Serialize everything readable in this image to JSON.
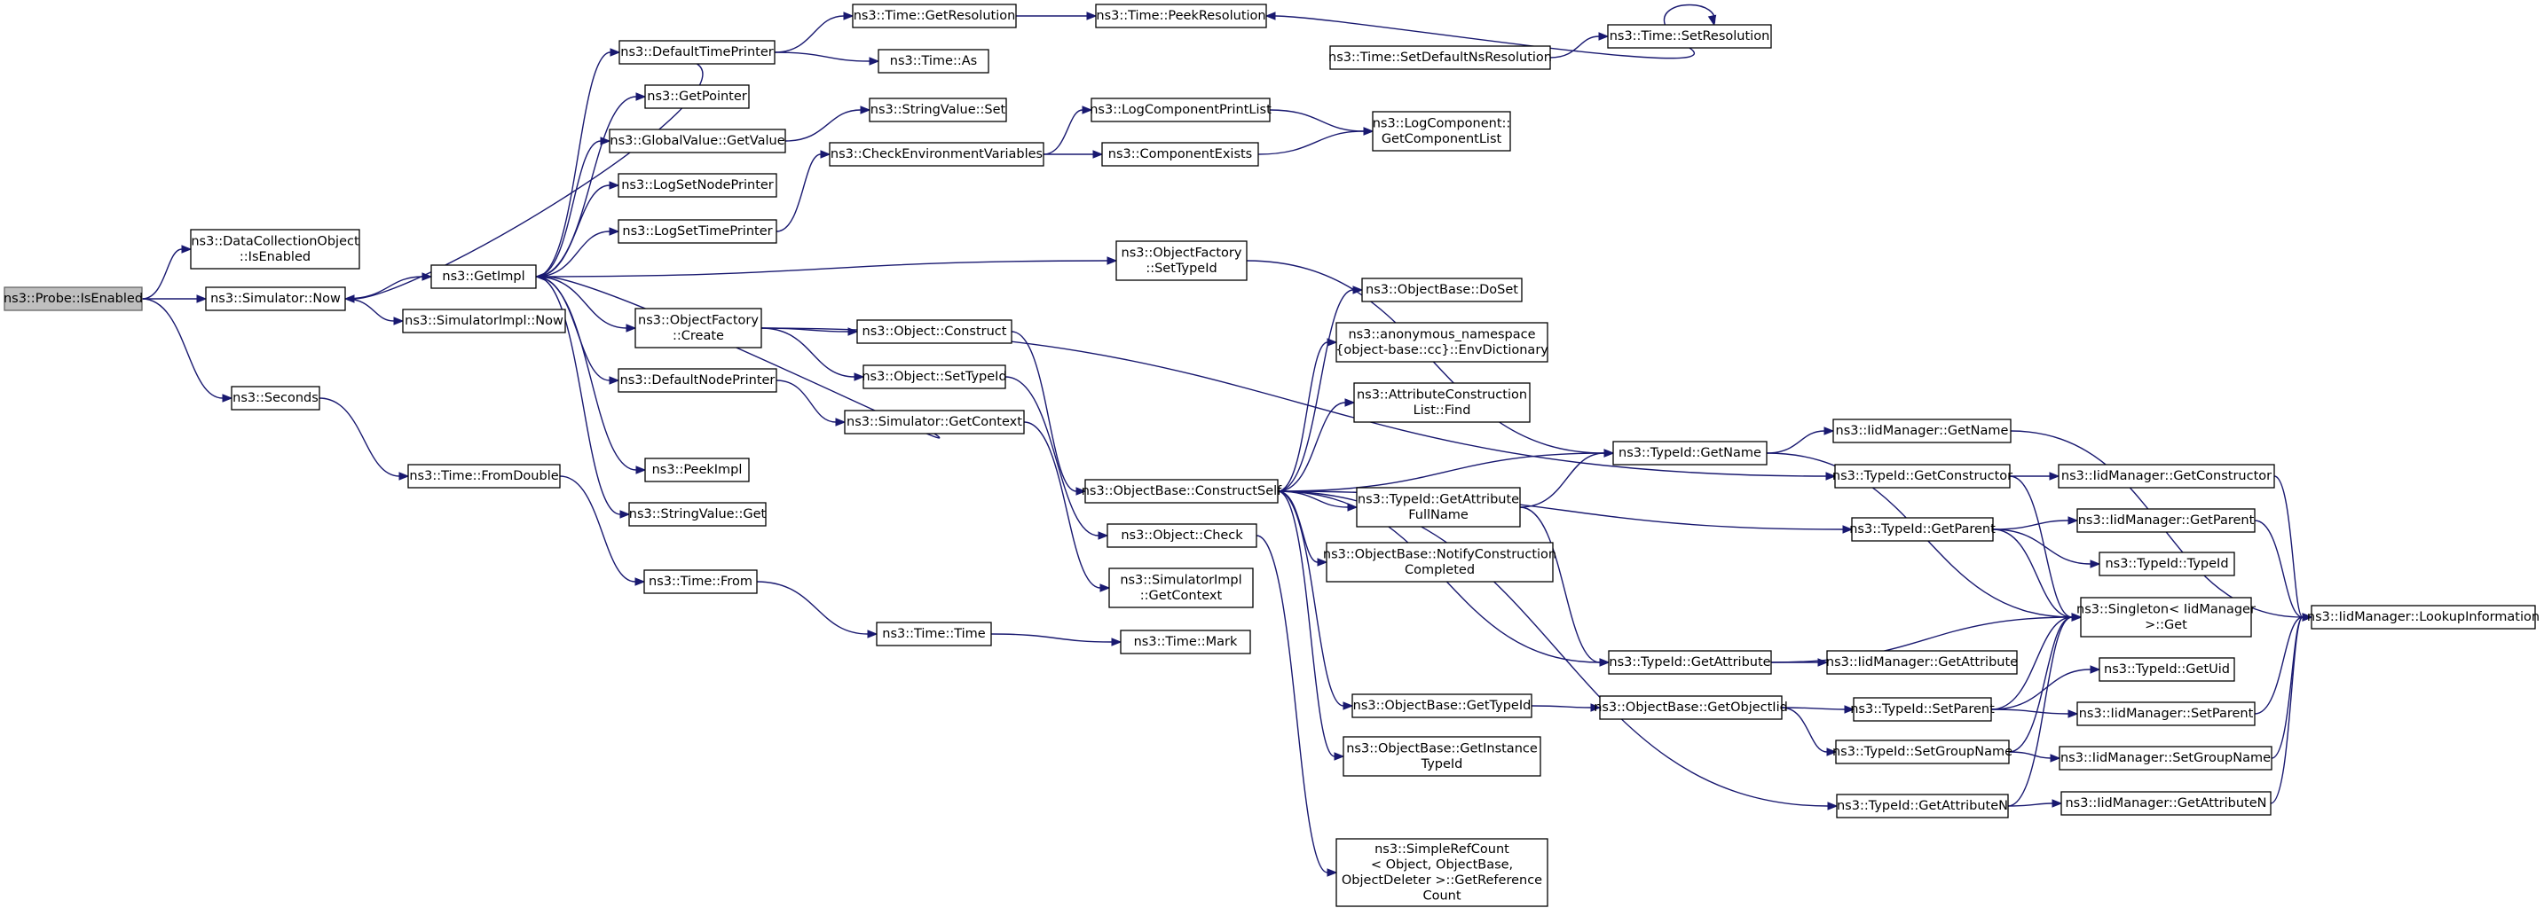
{
  "diagram": {
    "type": "call-graph",
    "colors": {
      "edge": "#191970",
      "node_border": "#000000",
      "root_fill": "#bfbfbf",
      "node_fill": "#ffffff"
    },
    "nodes": [
      {
        "id": "n_probe_isenabled",
        "lines": [
          "ns3::Probe::IsEnabled"
        ],
        "root": true
      },
      {
        "id": "n_dco_isenabled",
        "lines": [
          "ns3::DataCollectionObject",
          "::IsEnabled"
        ]
      },
      {
        "id": "n_sim_now",
        "lines": [
          "ns3::Simulator::Now"
        ]
      },
      {
        "id": "n_seconds",
        "lines": [
          "ns3::Seconds"
        ]
      },
      {
        "id": "n_getimpl",
        "lines": [
          "ns3::GetImpl"
        ]
      },
      {
        "id": "n_simimpl_now",
        "lines": [
          "ns3::SimulatorImpl::Now"
        ]
      },
      {
        "id": "n_time_fromdouble",
        "lines": [
          "ns3::Time::FromDouble"
        ]
      },
      {
        "id": "n_time_from",
        "lines": [
          "ns3::Time::From"
        ]
      },
      {
        "id": "n_time_time",
        "lines": [
          "ns3::Time::Time"
        ]
      },
      {
        "id": "n_time_mark",
        "lines": [
          "ns3::Time::Mark"
        ]
      },
      {
        "id": "n_defaulttimeprinter",
        "lines": [
          "ns3::DefaultTimePrinter"
        ]
      },
      {
        "id": "n_getpointer",
        "lines": [
          "ns3::GetPointer"
        ]
      },
      {
        "id": "n_gv_getvalue",
        "lines": [
          "ns3::GlobalValue::GetValue"
        ]
      },
      {
        "id": "n_logsetnodeprinter",
        "lines": [
          "ns3::LogSetNodePrinter"
        ]
      },
      {
        "id": "n_logsettimeprinter",
        "lines": [
          "ns3::LogSetTimePrinter"
        ]
      },
      {
        "id": "n_objfactory_create",
        "lines": [
          "ns3::ObjectFactory",
          "::Create"
        ]
      },
      {
        "id": "n_defaultnodeprinter",
        "lines": [
          "ns3::DefaultNodePrinter"
        ]
      },
      {
        "id": "n_peekimpl",
        "lines": [
          "ns3::PeekImpl"
        ]
      },
      {
        "id": "n_stringvalue_get",
        "lines": [
          "ns3::StringValue::Get"
        ]
      },
      {
        "id": "n_time_getresolution",
        "lines": [
          "ns3::Time::GetResolution"
        ]
      },
      {
        "id": "n_time_as",
        "lines": [
          "ns3::Time::As"
        ]
      },
      {
        "id": "n_time_peekresolution",
        "lines": [
          "ns3::Time::PeekResolution"
        ]
      },
      {
        "id": "n_time_setdefaultns",
        "lines": [
          "ns3::Time::SetDefaultNsResolution"
        ]
      },
      {
        "id": "n_time_setresolution",
        "lines": [
          "ns3::Time::SetResolution"
        ]
      },
      {
        "id": "n_stringvalue_set",
        "lines": [
          "ns3::StringValue::Set"
        ]
      },
      {
        "id": "n_checkenv",
        "lines": [
          "ns3::CheckEnvironmentVariables"
        ]
      },
      {
        "id": "n_logcompprintlist",
        "lines": [
          "ns3::LogComponentPrintList"
        ]
      },
      {
        "id": "n_componentexists",
        "lines": [
          "ns3::ComponentExists"
        ]
      },
      {
        "id": "n_logcomp_getlist",
        "lines": [
          "ns3::LogComponent::",
          "GetComponentList"
        ]
      },
      {
        "id": "n_objfactory_settypeid",
        "lines": [
          "ns3::ObjectFactory",
          "::SetTypeId"
        ]
      },
      {
        "id": "n_object_construct",
        "lines": [
          "ns3::Object::Construct"
        ]
      },
      {
        "id": "n_object_settypeid",
        "lines": [
          "ns3::Object::SetTypeId"
        ]
      },
      {
        "id": "n_sim_getcontext",
        "lines": [
          "ns3::Simulator::GetContext"
        ]
      },
      {
        "id": "n_objbase_constructself",
        "lines": [
          "ns3::ObjectBase::ConstructSelf"
        ]
      },
      {
        "id": "n_object_check",
        "lines": [
          "ns3::Object::Check"
        ]
      },
      {
        "id": "n_simimpl_getcontext",
        "lines": [
          "ns3::SimulatorImpl",
          "::GetContext"
        ]
      },
      {
        "id": "n_objbase_doset",
        "lines": [
          "ns3::ObjectBase::DoSet"
        ]
      },
      {
        "id": "n_anon_envdict",
        "lines": [
          "ns3::anonymous_namespace",
          "{object-base::cc}::EnvDictionary"
        ]
      },
      {
        "id": "n_attrconstr_find",
        "lines": [
          "ns3::AttributeConstruction",
          "List::Find"
        ]
      },
      {
        "id": "n_typeid_getattrfullname",
        "lines": [
          "ns3::TypeId::GetAttribute",
          "FullName"
        ]
      },
      {
        "id": "n_objbase_notify",
        "lines": [
          "ns3::ObjectBase::NotifyConstruction",
          "Completed"
        ]
      },
      {
        "id": "n_objbase_gettypeid",
        "lines": [
          "ns3::ObjectBase::GetTypeId"
        ]
      },
      {
        "id": "n_objbase_getinstancetypeid",
        "lines": [
          "ns3::ObjectBase::GetInstance",
          "TypeId"
        ]
      },
      {
        "id": "n_simplerefcount",
        "lines": [
          "ns3::SimpleRefCount",
          "< Object, ObjectBase,",
          "ObjectDeleter >::GetReference",
          "Count"
        ]
      },
      {
        "id": "n_typeid_getname",
        "lines": [
          "ns3::TypeId::GetName"
        ]
      },
      {
        "id": "n_typeid_getattribute",
        "lines": [
          "ns3::TypeId::GetAttribute"
        ]
      },
      {
        "id": "n_objbase_getobjectiid",
        "lines": [
          "ns3::ObjectBase::GetObjectIid"
        ]
      },
      {
        "id": "n_iidm_getname",
        "lines": [
          "ns3::IidManager::GetName"
        ]
      },
      {
        "id": "n_typeid_getconstructor",
        "lines": [
          "ns3::TypeId::GetConstructor"
        ]
      },
      {
        "id": "n_typeid_getparent",
        "lines": [
          "ns3::TypeId::GetParent"
        ]
      },
      {
        "id": "n_singleton_get",
        "lines": [
          "ns3::Singleton< IidManager",
          ">::Get"
        ]
      },
      {
        "id": "n_iidm_getattribute",
        "lines": [
          "ns3::IidManager::GetAttribute"
        ]
      },
      {
        "id": "n_typeid_setparent",
        "lines": [
          "ns3::TypeId::SetParent"
        ]
      },
      {
        "id": "n_typeid_setgroupname",
        "lines": [
          "ns3::TypeId::SetGroupName"
        ]
      },
      {
        "id": "n_typeid_getattributen",
        "lines": [
          "ns3::TypeId::GetAttributeN"
        ]
      },
      {
        "id": "n_iidm_getconstructor",
        "lines": [
          "ns3::IidManager::GetConstructor"
        ]
      },
      {
        "id": "n_iidm_getparent",
        "lines": [
          "ns3::IidManager::GetParent"
        ]
      },
      {
        "id": "n_typeid_typeid",
        "lines": [
          "ns3::TypeId::TypeId"
        ]
      },
      {
        "id": "n_typeid_getuid",
        "lines": [
          "ns3::TypeId::GetUid"
        ]
      },
      {
        "id": "n_iidm_setparent",
        "lines": [
          "ns3::IidManager::SetParent"
        ]
      },
      {
        "id": "n_iidm_setgroupname",
        "lines": [
          "ns3::IidManager::SetGroupName"
        ]
      },
      {
        "id": "n_iidm_getattributen",
        "lines": [
          "ns3::IidManager::GetAttributeN"
        ]
      },
      {
        "id": "n_iidm_lookupinformation",
        "lines": [
          "ns3::IidManager::LookupInformation"
        ]
      }
    ],
    "edges": [
      [
        "n_probe_isenabled",
        "n_dco_isenabled"
      ],
      [
        "n_probe_isenabled",
        "n_sim_now"
      ],
      [
        "n_probe_isenabled",
        "n_seconds"
      ],
      [
        "n_sim_now",
        "n_getimpl"
      ],
      [
        "n_sim_now",
        "n_simimpl_now"
      ],
      [
        "n_seconds",
        "n_time_fromdouble"
      ],
      [
        "n_time_fromdouble",
        "n_time_from"
      ],
      [
        "n_time_from",
        "n_time_time"
      ],
      [
        "n_time_time",
        "n_time_mark"
      ],
      [
        "n_getimpl",
        "n_defaulttimeprinter"
      ],
      [
        "n_getimpl",
        "n_getpointer"
      ],
      [
        "n_getimpl",
        "n_gv_getvalue"
      ],
      [
        "n_getimpl",
        "n_logsetnodeprinter"
      ],
      [
        "n_getimpl",
        "n_logsettimeprinter"
      ],
      [
        "n_getimpl",
        "n_objfactory_settypeid"
      ],
      [
        "n_getimpl",
        "n_objfactory_create"
      ],
      [
        "n_getimpl",
        "n_defaultnodeprinter"
      ],
      [
        "n_getimpl",
        "n_peekimpl"
      ],
      [
        "n_getimpl",
        "n_stringvalue_get"
      ],
      [
        "n_defaulttimeprinter",
        "n_sim_now"
      ],
      [
        "n_defaulttimeprinter",
        "n_time_getresolution"
      ],
      [
        "n_defaulttimeprinter",
        "n_time_as"
      ],
      [
        "n_time_getresolution",
        "n_time_peekresolution"
      ],
      [
        "n_time_setresolution",
        "n_time_peekresolution"
      ],
      [
        "n_time_setresolution",
        "n_time_setresolution"
      ],
      [
        "n_time_setdefaultns",
        "n_time_setresolution"
      ],
      [
        "n_gv_getvalue",
        "n_stringvalue_set"
      ],
      [
        "n_logsettimeprinter",
        "n_checkenv"
      ],
      [
        "n_checkenv",
        "n_logcompprintlist"
      ],
      [
        "n_checkenv",
        "n_componentexists"
      ],
      [
        "n_logcompprintlist",
        "n_logcomp_getlist"
      ],
      [
        "n_componentexists",
        "n_logcomp_getlist"
      ],
      [
        "n_objfactory_create",
        "n_object_construct"
      ],
      [
        "n_objfactory_create",
        "n_object_settypeid"
      ],
      [
        "n_objfactory_create",
        "n_typeid_getconstructor"
      ],
      [
        "n_defaultnodeprinter",
        "n_sim_getcontext"
      ],
      [
        "n_sim_getcontext",
        "n_getimpl"
      ],
      [
        "n_sim_getcontext",
        "n_simimpl_getcontext"
      ],
      [
        "n_objfactory_settypeid",
        "n_typeid_getname"
      ],
      [
        "n_object_construct",
        "n_objbase_constructself"
      ],
      [
        "n_object_settypeid",
        "n_object_check"
      ],
      [
        "n_object_check",
        "n_simplerefcount"
      ],
      [
        "n_objbase_constructself",
        "n_objbase_doset"
      ],
      [
        "n_objbase_constructself",
        "n_anon_envdict"
      ],
      [
        "n_objbase_constructself",
        "n_attrconstr_find"
      ],
      [
        "n_objbase_constructself",
        "n_typeid_getattrfullname"
      ],
      [
        "n_objbase_constructself",
        "n_objbase_notify"
      ],
      [
        "n_objbase_constructself",
        "n_objbase_gettypeid"
      ],
      [
        "n_objbase_constructself",
        "n_objbase_getinstancetypeid"
      ],
      [
        "n_objbase_constructself",
        "n_typeid_getname"
      ],
      [
        "n_objbase_constructself",
        "n_typeid_getparent"
      ],
      [
        "n_objbase_constructself",
        "n_typeid_getattribute"
      ],
      [
        "n_objbase_constructself",
        "n_typeid_getattributen"
      ],
      [
        "n_typeid_getattrfullname",
        "n_typeid_getname"
      ],
      [
        "n_typeid_getattrfullname",
        "n_typeid_getattribute"
      ],
      [
        "n_objbase_gettypeid",
        "n_objbase_getobjectiid"
      ],
      [
        "n_objbase_getobjectiid",
        "n_typeid_setparent"
      ],
      [
        "n_objbase_getobjectiid",
        "n_typeid_setgroupname"
      ],
      [
        "n_typeid_getname",
        "n_iidm_getname"
      ],
      [
        "n_typeid_getname",
        "n_singleton_get"
      ],
      [
        "n_typeid_getconstructor",
        "n_iidm_getconstructor"
      ],
      [
        "n_typeid_getconstructor",
        "n_singleton_get"
      ],
      [
        "n_typeid_getparent",
        "n_iidm_getparent"
      ],
      [
        "n_typeid_getparent",
        "n_typeid_typeid"
      ],
      [
        "n_typeid_getparent",
        "n_singleton_get"
      ],
      [
        "n_typeid_getattribute",
        "n_iidm_getattribute"
      ],
      [
        "n_typeid_getattribute",
        "n_singleton_get"
      ],
      [
        "n_typeid_setparent",
        "n_typeid_getuid"
      ],
      [
        "n_typeid_setparent",
        "n_iidm_setparent"
      ],
      [
        "n_typeid_setparent",
        "n_singleton_get"
      ],
      [
        "n_typeid_setgroupname",
        "n_iidm_setgroupname"
      ],
      [
        "n_typeid_setgroupname",
        "n_singleton_get"
      ],
      [
        "n_typeid_getattributen",
        "n_iidm_getattributen"
      ],
      [
        "n_typeid_getattributen",
        "n_singleton_get"
      ],
      [
        "n_iidm_getname",
        "n_iidm_lookupinformation"
      ],
      [
        "n_iidm_getconstructor",
        "n_iidm_lookupinformation"
      ],
      [
        "n_iidm_getparent",
        "n_iidm_lookupinformation"
      ],
      [
        "n_iidm_setparent",
        "n_iidm_lookupinformation"
      ],
      [
        "n_iidm_setgroupname",
        "n_iidm_lookupinformation"
      ],
      [
        "n_iidm_getattributen",
        "n_iidm_lookupinformation"
      ]
    ]
  }
}
